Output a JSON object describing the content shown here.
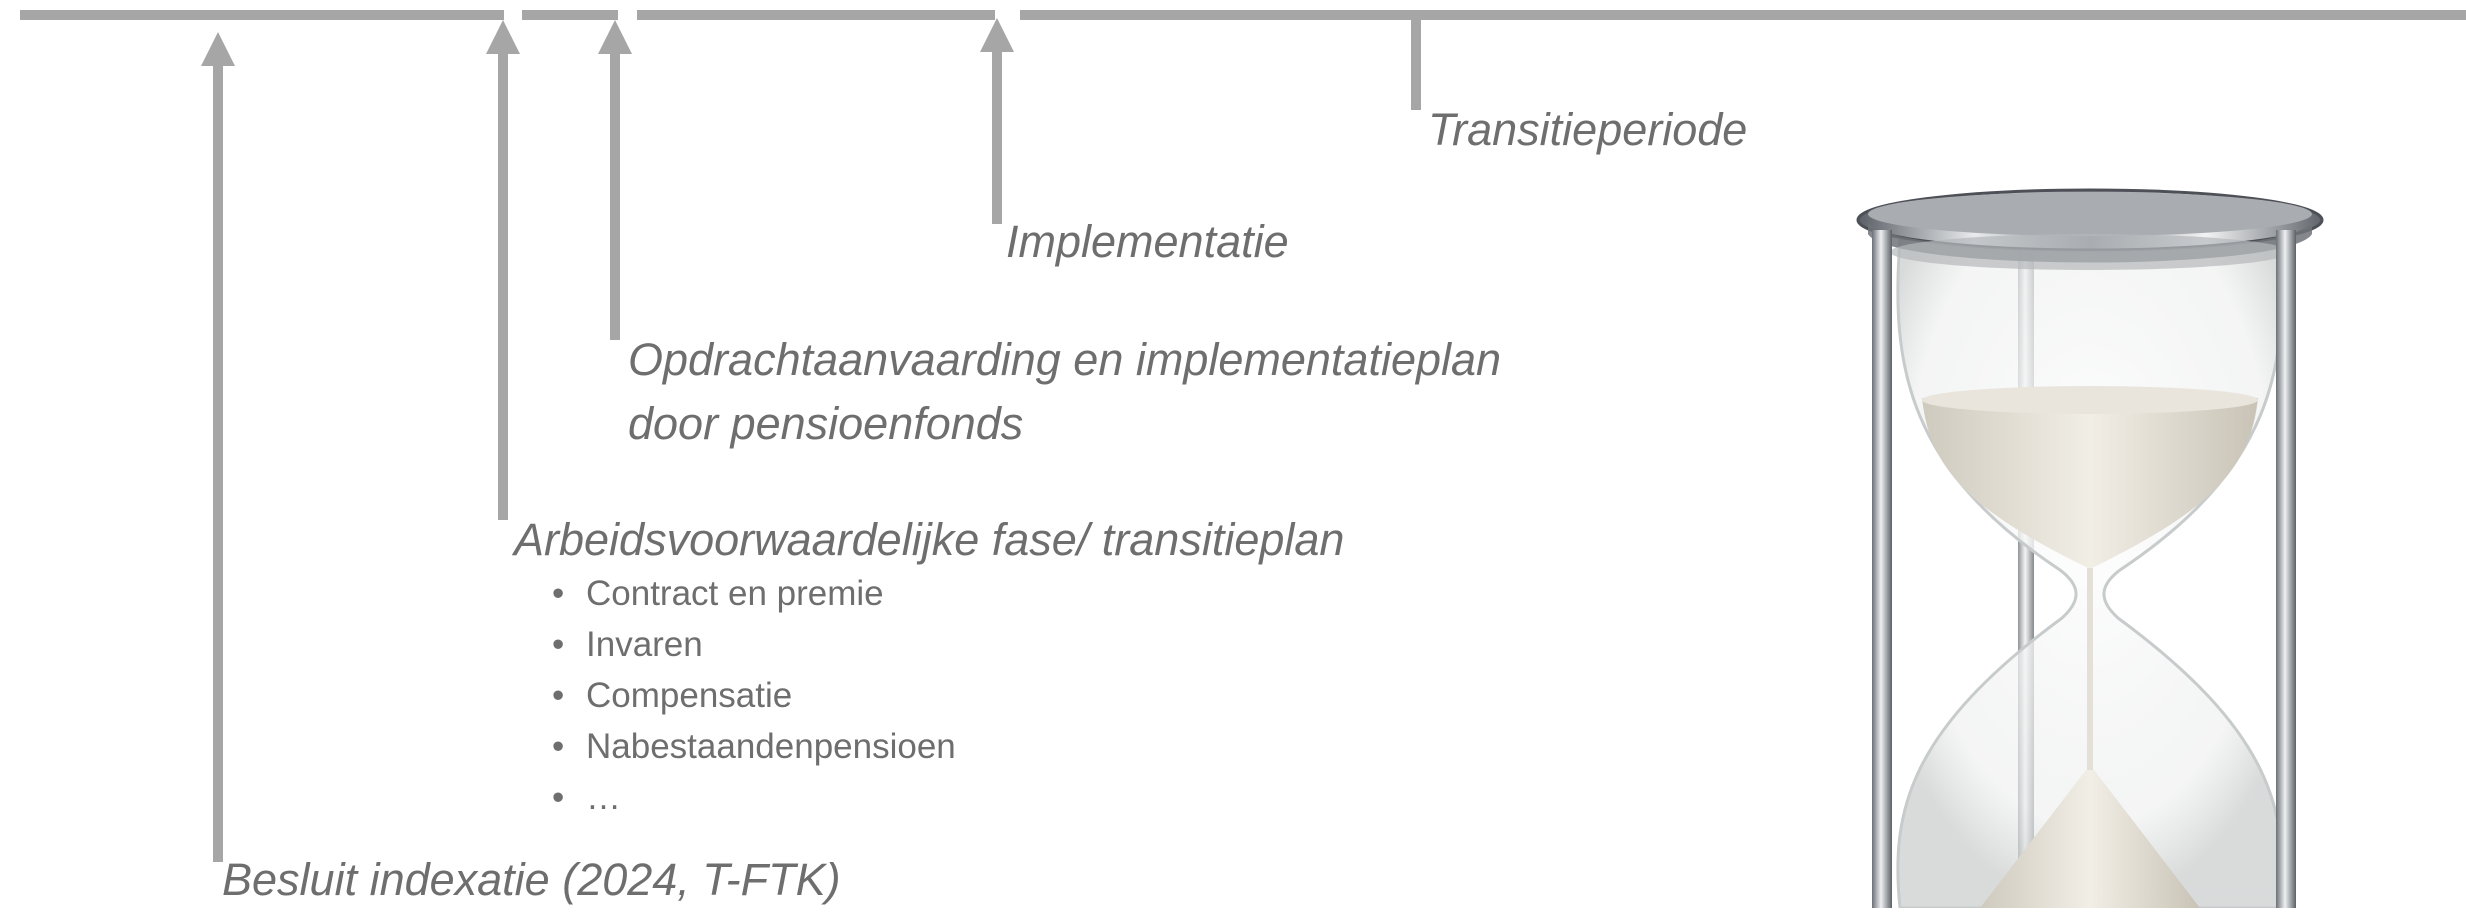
{
  "milestones": [
    {
      "id": "indexatie",
      "label": "Besluit indexatie (2024, T-FTK)"
    },
    {
      "id": "arbeidsvoorwaardelijk",
      "label": "Arbeidsvoorwaardelijke fase/ transitieplan"
    },
    {
      "id": "opdracht",
      "label_line1": "Opdrachtaanvaarding en implementatieplan",
      "label_line2": "door pensioenfonds"
    },
    {
      "id": "implementatie",
      "label": "Implementatie"
    },
    {
      "id": "transitieperiode",
      "label": "Transitieperiode"
    }
  ],
  "subitems": [
    "Contract en premie",
    "Invaren",
    "Compensatie",
    "Nabestaandenpensioen",
    "…"
  ],
  "colors": {
    "line": "#a6a6a6",
    "text": "#6e6e6e",
    "background": "#ffffff"
  },
  "image": {
    "name": "hourglass"
  }
}
